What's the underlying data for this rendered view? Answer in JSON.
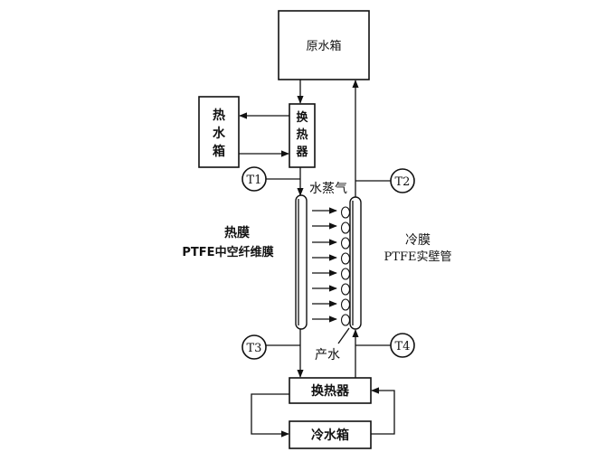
{
  "boxes": {
    "raw_tank": "原水箱",
    "hot_tank": [
      "热",
      "水",
      "箱"
    ],
    "top_exchanger": [
      "换",
      "热",
      "器"
    ],
    "bottom_exchanger": "换热器",
    "cold_tank": "冷水箱"
  },
  "sensors": {
    "t1": "T1",
    "t2": "T2",
    "t3": "T3",
    "t4": "T4"
  },
  "labels": {
    "steam": "水蒸气",
    "hot_membrane_title": "热膜",
    "hot_membrane_desc": "PTFE中空纤维膜",
    "cold_membrane_title": "冷膜",
    "cold_membrane_desc": "PTFE实壁管",
    "product_water": "产水"
  }
}
